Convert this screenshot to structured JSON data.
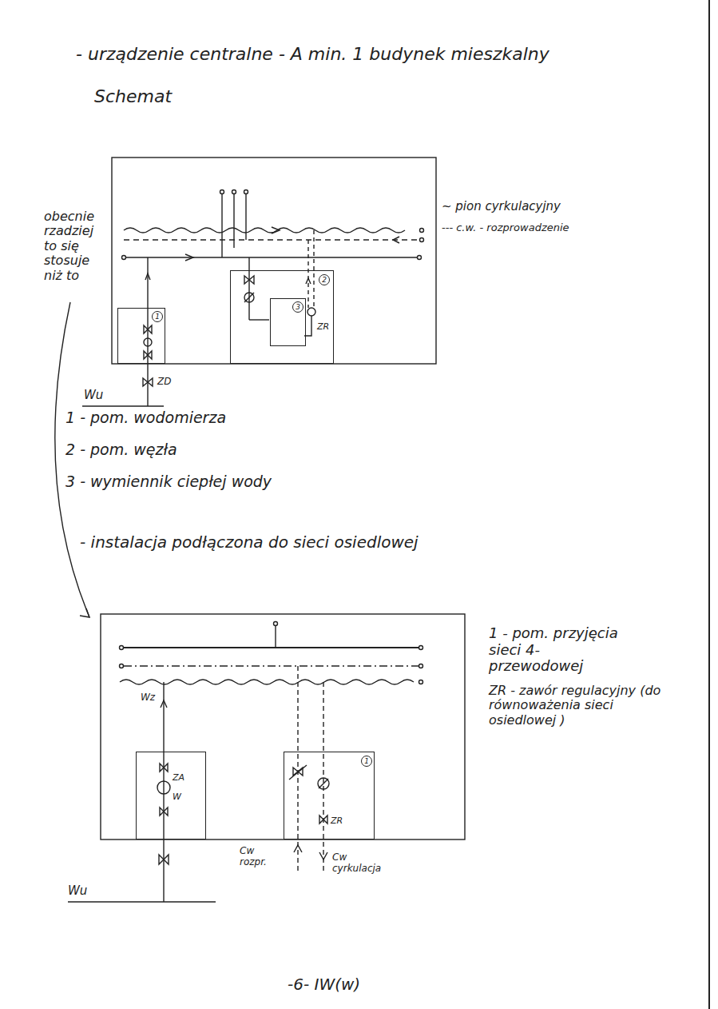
{
  "diagram": {
    "title": "- urządzenie centralne - A min. 1 budynek mieszkalny",
    "nodes": [
      {
        "text": [
          "1"
        ]
      },
      {
        "text": [
          "2",
          "ZR"
        ]
      },
      {
        "text": [
          "3"
        ],
        "in": 1
      },
      {
        "text": [
          "ZA",
          "W"
        ]
      },
      {
        "text": [
          "1",
          "ZR"
        ]
      }
    ],
    "labels": [
      "Schemat",
      "obecnie rzadziej to się stosuje niż to",
      "~ pion cyrkulacyjny",
      "--- c.w. - rozprowadzenie",
      "ZD",
      "Wu",
      "1 - pom. wodomierza",
      "2 - pom. węzła",
      "3 - wymiennik ciepłej wody",
      "- instalacja podłączona do sieci osiedlowej",
      "1 - pom. przyjęcia sieci 4-przewodowej",
      "ZR - zawór regulacyjny (do równoważenia sieci osiedlowej )",
      "Wz",
      "Cw rozpr.",
      "Cw cyrkulacja",
      "Wu",
      "-6- IW(w)"
    ]
  }
}
